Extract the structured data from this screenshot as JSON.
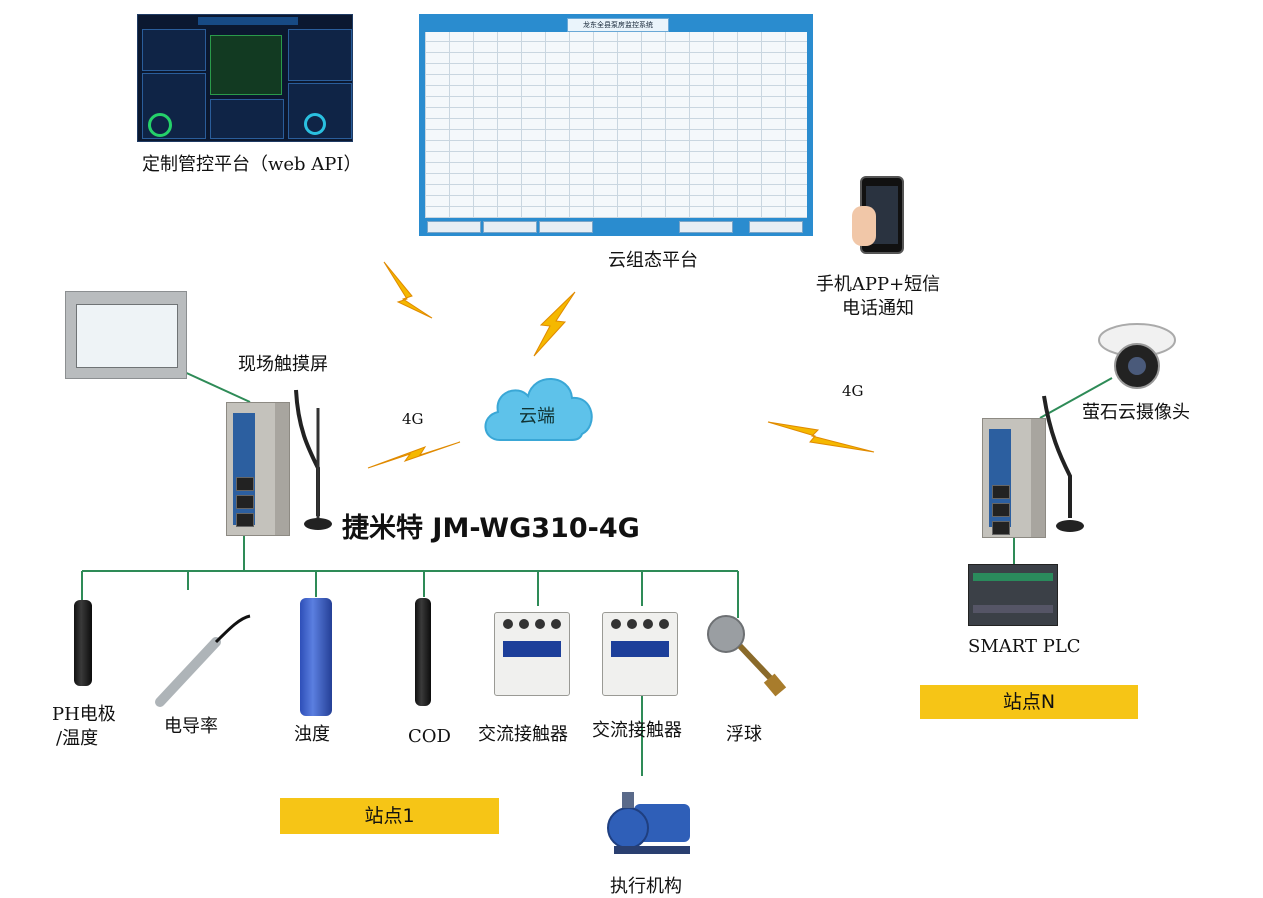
{
  "top": {
    "web_platform_label": "定制管控平台（web API）",
    "cloud_scada_label": "云组态平台",
    "scada_window_title": "龙东全县泵房监控系统",
    "phone_label_line1": "手机APP+短信",
    "phone_label_line2": "电话通知"
  },
  "network": {
    "cloud_label": "云端",
    "link_left": "4G",
    "link_right": "4G"
  },
  "station1": {
    "touchscreen_label": "现场触摸屏",
    "gateway_title": "捷米特 JM-WG310-4G",
    "sensors": [
      {
        "line1": "PH电极",
        "line2": "/温度"
      },
      {
        "line1": "电导率"
      },
      {
        "line1": "浊度"
      },
      {
        "line1": "COD"
      },
      {
        "line1": "交流接触器"
      },
      {
        "line1": "交流接触器"
      },
      {
        "line1": "浮球"
      }
    ],
    "actuator_label": "执行机构",
    "banner": "站点1"
  },
  "stationN": {
    "camera_label": "萤石云摄像头",
    "plc_label": "SMART PLC",
    "banner": "站点N"
  },
  "colors": {
    "bus_line": "#2e8b57",
    "bolt": "#f5b800",
    "cloud": "#5ec2ea",
    "banner": "#f6c516"
  }
}
